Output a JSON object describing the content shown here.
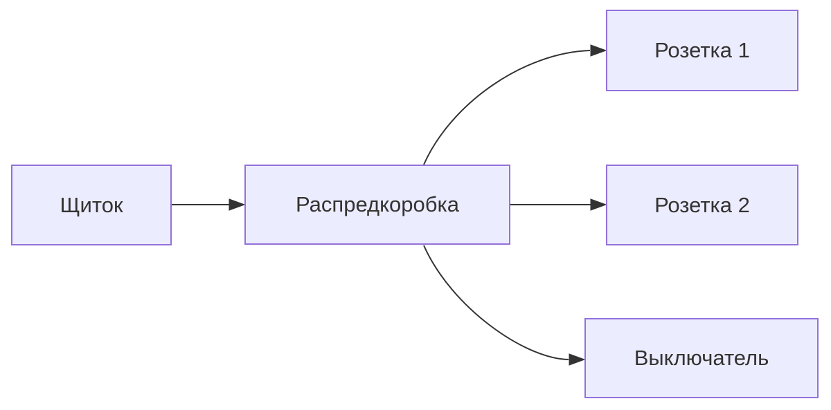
{
  "diagram": {
    "type": "flowchart",
    "direction": "left-to-right",
    "nodes": [
      {
        "id": "panel",
        "label": "Щиток"
      },
      {
        "id": "junction",
        "label": "Распредкоробка"
      },
      {
        "id": "socket1",
        "label": "Розетка 1"
      },
      {
        "id": "socket2",
        "label": "Розетка 2"
      },
      {
        "id": "switch",
        "label": "Выключатель"
      }
    ],
    "edges": [
      {
        "from": "Щиток",
        "to": "Распредкоробка",
        "label": ""
      },
      {
        "from": "Распредкоробка",
        "to": "Розетка 1",
        "label": ""
      },
      {
        "from": "Распредкоробка",
        "to": "Розетка 2",
        "label": ""
      },
      {
        "from": "Распредкоробка",
        "to": "Выключатель",
        "label": ""
      }
    ],
    "colors": {
      "background": "#FFFFFF",
      "node_fill": "#ECECFF",
      "node_border": "#9370DB",
      "edge": "#333333",
      "text": "#333333"
    }
  }
}
